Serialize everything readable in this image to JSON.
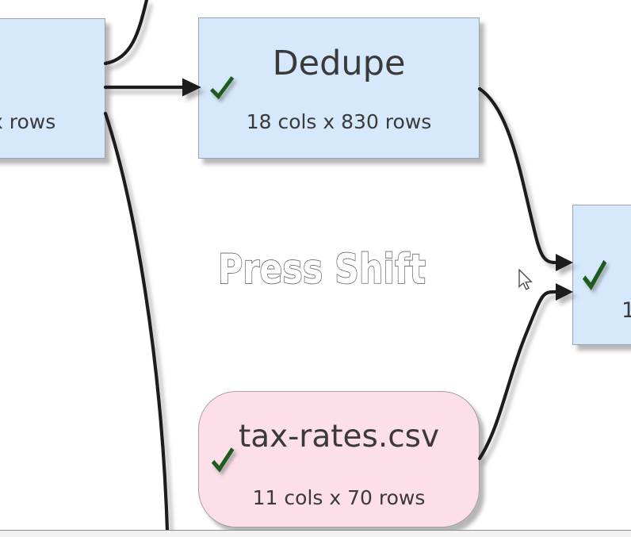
{
  "overlay": {
    "hint_text": "Press Shift"
  },
  "nodes": {
    "left_partial": {
      "subtitle_fragment": "x rows"
    },
    "dedupe": {
      "title": "Dedupe",
      "subtitle": "18 cols x 830 rows"
    },
    "right_partial": {
      "subtitle_fragment": "1"
    },
    "tax_rates": {
      "title": "tax-rates.csv",
      "subtitle": "11 cols x 70 rows"
    }
  },
  "colors": {
    "transform_node_fill": "#d6e8fb",
    "transform_node_border": "#98a4b0",
    "input_node_fill": "#fcdfe9",
    "input_node_border": "#a7a0a6",
    "check_green": "#1d5c1d",
    "connector": "#1a1a1a",
    "node_text": "#3a3a3a",
    "hint_outline": "#666666"
  }
}
